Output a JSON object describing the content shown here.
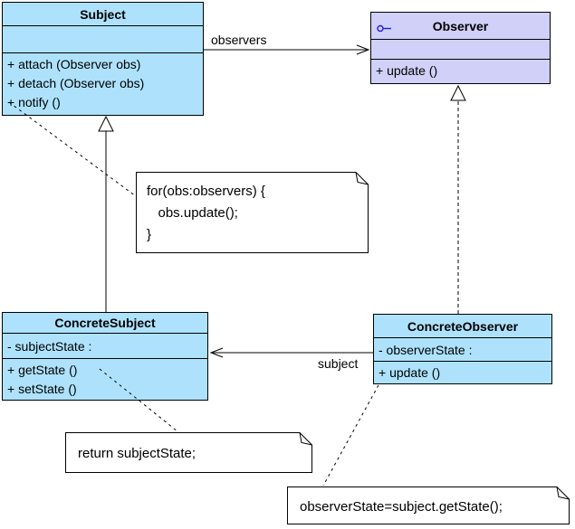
{
  "diagram": {
    "colors": {
      "class_fill": "#AEE2FC",
      "interface_fill": "#D0D0F8",
      "note_fill": "#FFFFFF",
      "border": "#000000",
      "interface_icon_blue": "#2222CC",
      "background": "#FFFFFF"
    },
    "icons": {
      "observer_stereotype": "interface-lollipop-icon"
    },
    "classes": {
      "subject": {
        "name": "Subject",
        "methods": [
          "+ attach (Observer obs)",
          "+ detach (Observer obs)",
          "+ notify ()"
        ]
      },
      "observer": {
        "name": "Observer",
        "methods": [
          "+ update ()"
        ]
      },
      "concrete_subject": {
        "name": "ConcreteSubject",
        "attributes": [
          "- subjectState :"
        ],
        "methods": [
          "+ getState ()",
          "+ setState ()"
        ]
      },
      "concrete_observer": {
        "name": "ConcreteObserver",
        "attributes": [
          "- observerState :"
        ],
        "methods": [
          "+ update ()"
        ]
      }
    },
    "notes": {
      "for_loop": {
        "lines": [
          "for(obs:observers) {",
          "   obs.update();",
          "}"
        ]
      },
      "return_state": {
        "lines": [
          "return subjectState;"
        ]
      },
      "update_body": {
        "lines": [
          "observerState=subject.getState();"
        ]
      }
    },
    "edges": {
      "observers": {
        "label": "observers"
      },
      "subject": {
        "label": "subject"
      }
    }
  }
}
